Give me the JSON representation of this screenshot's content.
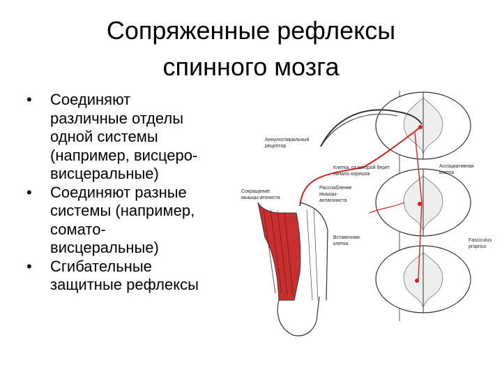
{
  "slide": {
    "title_line1": "Сопряженные рефлексы",
    "title_line2": "спинного мозга",
    "bullets": [
      "Соединяют различные отделы одной системы (например, висцеро-висцеральные)",
      "Соединяют разные системы (например, сомато-висцеральные)",
      "Сгибательные защитные рефлексы"
    ],
    "bullet_lines": [
      "Соединяют\nразличные отделы\nодной системы\n(например, висцеро-\nвисцеральные)",
      "Соединяют разные\nсистемы (например,\nсомато-\nвисцеральные)",
      "Сгибательные\nзащитные рефлексы"
    ]
  },
  "figure": {
    "labels": {
      "receptor_1": "Аннулоспиральный",
      "receptor_2": "рецептор",
      "cell_1": "Клетка, от которой берет",
      "cell_2": "начало корешок",
      "assoc_1": "Ассоциативная",
      "assoc_2": "клетка",
      "contract_1": "Сокращение",
      "contract_2": "мышцы-агониста",
      "relax_1": "Расслабление",
      "relax_2": "мышцы-",
      "relax_3": "антагониста",
      "insert_1": "Вставочная",
      "insert_2": "клетка",
      "fasc_1": "Fasciculus",
      "fasc_2": "proprius"
    },
    "colors": {
      "nerve": "#d42020",
      "muscle": "#c83030",
      "outline": "#333333"
    }
  }
}
